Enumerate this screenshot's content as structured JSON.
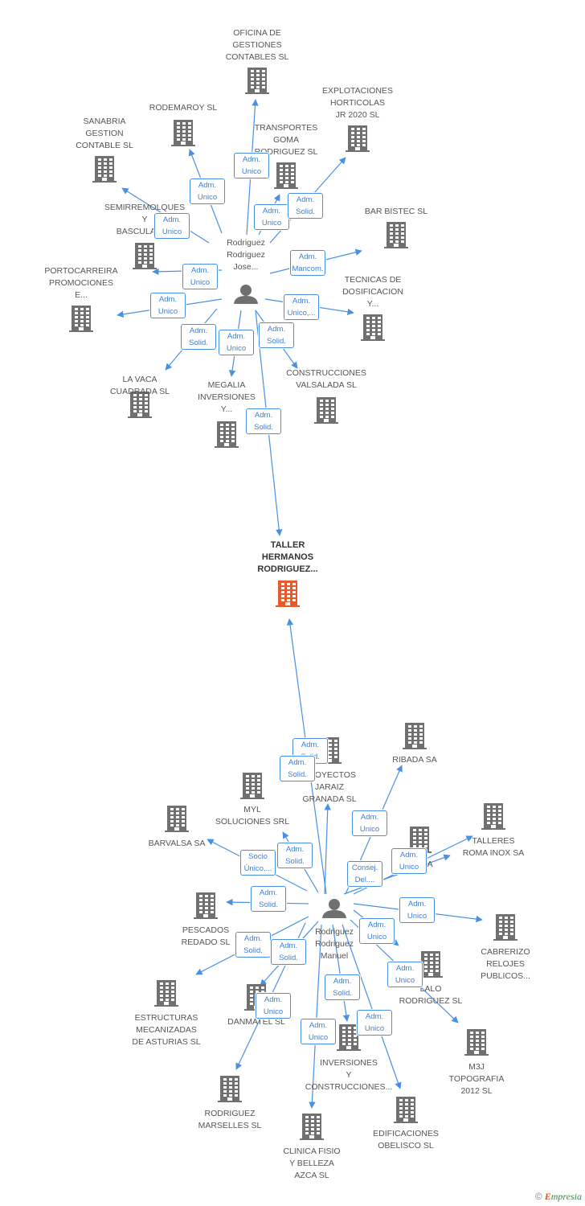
{
  "colors": {
    "edge": "#4a90e2",
    "building": "#707070",
    "focus_building": "#e8592b",
    "person": "#707070",
    "badge_text": "#3d7fd0"
  },
  "focus": {
    "name": "TALLER\nHERMANOS\nRODRIGUEZ..."
  },
  "persons": [
    {
      "name": "Rodriguez\nRodriguez\nJose..."
    },
    {
      "name": "Rodriguez\nRodriguez\nManuel"
    }
  ],
  "companies": [
    {
      "name": "OFICINA DE\nGESTIONES\nCONTABLES SL"
    },
    {
      "name": "EXPLOTACIONES\nHORTICOLAS\nJR 2020  SL"
    },
    {
      "name": "RODEMAROY SL"
    },
    {
      "name": "TRANSPORTES\nGOMA\nRODRIGUEZ SL"
    },
    {
      "name": "SANABRIA\nGESTION\nCONTABLE  SL"
    },
    {
      "name": "SEMIRREMOLQUES\nY\nBASCULANT..."
    },
    {
      "name": "BAR BISTEC  SL"
    },
    {
      "name": "PORTOCARREIRA\nPROMOCIONES\nE..."
    },
    {
      "name": "TECNICAS DE\nDOSIFICACION\nY..."
    },
    {
      "name": "LA VACA\nCUADRADA SL"
    },
    {
      "name": "MEGALIA\nINVERSIONES\nY..."
    },
    {
      "name": "CONSTRUCCIONES\nVALSALADA SL"
    },
    {
      "name": "PROYECTOS\nJARAIZ\nGRANADA SL"
    },
    {
      "name": "RIBADA SA"
    },
    {
      "name": "MYL\nSOLUCIONES SRL"
    },
    {
      "name": "BARVALSA SA"
    },
    {
      "name": "...R SA"
    },
    {
      "name": "TALLERES\nROMA INOX SA"
    },
    {
      "name": "PESCADOS\nREDADO SL"
    },
    {
      "name": "CABRERIZO\nRELOJES\nPUBLICOS..."
    },
    {
      "name": "LALO\nRODRIGUEZ SL"
    },
    {
      "name": "ESTRUCTURAS\nMECANIZADAS\nDE ASTURIAS SL"
    },
    {
      "name": "DANMATEL SL"
    },
    {
      "name": "M3J\nTOPOGRAFIA\n2012 SL"
    },
    {
      "name": "INVERSIONES\nY\nCONSTRUCCIONES..."
    },
    {
      "name": "RODRIGUEZ\nMARSELLES SL"
    },
    {
      "name": "EDIFICACIONES\nOBELISCO  SL"
    },
    {
      "name": "CLINICA FISIO\nY BELLEZA\nAZCA  SL"
    }
  ],
  "relations": [
    {
      "role": "Adm.\nUnico"
    },
    {
      "role": "Adm.\nUnico"
    },
    {
      "role": "Adm.\nUnico"
    },
    {
      "role": "Adm.\nUnico"
    },
    {
      "role": "Adm.\nSolid."
    },
    {
      "role": "Adm.\nUnico"
    },
    {
      "role": "Adm.\nMancom."
    },
    {
      "role": "Adm.\nUnico"
    },
    {
      "role": "Adm.\nUnico,..."
    },
    {
      "role": "Adm.\nSolid."
    },
    {
      "role": "Adm.\nUnico"
    },
    {
      "role": "Adm.\nSolid."
    },
    {
      "role": "Adm.\nSolid."
    },
    {
      "role": "Adm.\nSolid."
    },
    {
      "role": "Adm.\nSolid."
    },
    {
      "role": "Adm.\nUnico"
    },
    {
      "role": "Adm.\nSolid."
    },
    {
      "role": "Socio\nÚnico,..."
    },
    {
      "role": "Adm.\nUnico"
    },
    {
      "role": "Consej.\nDel...."
    },
    {
      "role": "Adm.\nSolid."
    },
    {
      "role": "Adm.\nUnico"
    },
    {
      "role": "Adm.\nUnico"
    },
    {
      "role": "Adm.\nSolid."
    },
    {
      "role": "Adm.\nSolid."
    },
    {
      "role": "Adm.\nUnico"
    },
    {
      "role": "Adm.\nSolid."
    },
    {
      "role": "Adm.\nUnico"
    },
    {
      "role": "Adm.\nUnico"
    },
    {
      "role": "Adm.\nUnico"
    },
    {
      "role": "Adm.\nUnico"
    }
  ],
  "footer": {
    "copyright": "©",
    "brand_initial": "E",
    "brand_rest": "mpresia"
  }
}
